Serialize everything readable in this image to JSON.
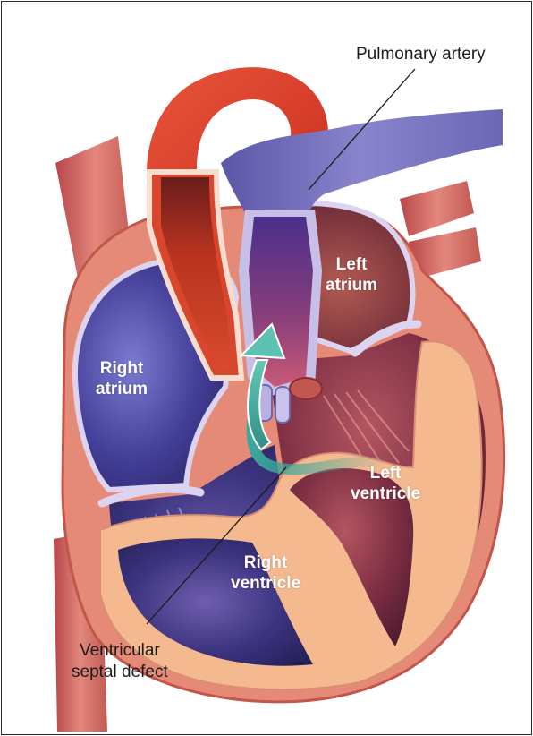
{
  "labels": {
    "pulmonary_artery": "Pulmonary artery",
    "left_atrium_1": "Left",
    "left_atrium_2": "atrium",
    "right_atrium_1": "Right",
    "right_atrium_2": "atrium",
    "left_ventricle_1": "Left",
    "left_ventricle_2": "ventricle",
    "right_ventricle_1": "Right",
    "right_ventricle_2": "ventricle",
    "vsd_1": "Ventricular",
    "vsd_2": "septal defect"
  },
  "colors": {
    "aorta": "#d9452c",
    "pulmonary": "#6d63b4",
    "right_chamber": "#3f3a8f",
    "left_chamber": "#6e2a3a",
    "myocardium": "#f4b98f",
    "wall_outer": "#e07a6a",
    "shunt_arrow": "#3aa79a"
  }
}
